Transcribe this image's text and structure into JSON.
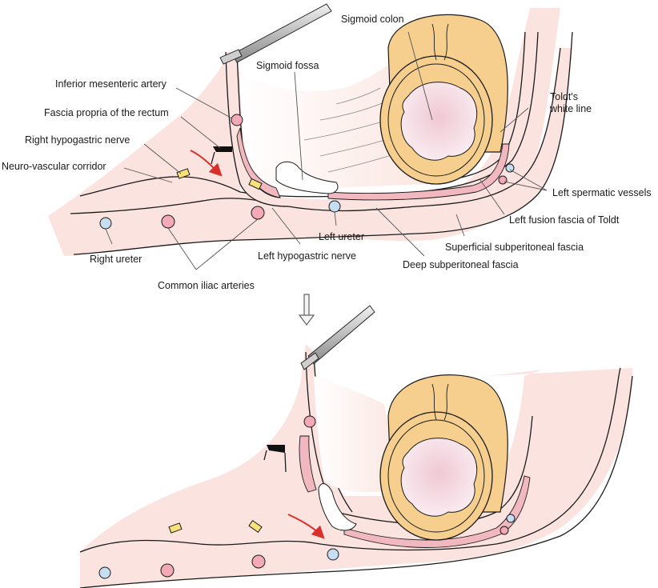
{
  "figure": {
    "top_panel_labels": {
      "sigmoid_colon": "Sigmoid colon",
      "sigmoid_fossa": "Sigmoid fossa",
      "inferior_mesenteric_artery": "Inferior mesenteric artery",
      "fascia_propria": "Fascia propria of the rectum",
      "right_hypogastric_nerve": "Right hypogastric nerve",
      "neuro_vascular_corridor": "Neuro-vascular corridor",
      "toldt_white_line_1": "Toldt's",
      "toldt_white_line_2": "white line",
      "left_spermatic_vessels": "Left spermatic vessels",
      "left_fusion_fascia": "Left fusion fascia of Toldt",
      "superficial_subperitoneal": "Superficial subperitoneal fascia",
      "deep_subperitoneal": "Deep subperitoneal fascia",
      "left_ureter": "Left ureter",
      "left_hypogastric_nerve": "Left hypogastric nerve",
      "right_ureter": "Right ureter",
      "common_iliac_arteries": "Common iliac arteries"
    },
    "colors": {
      "tissue_pink": "#fbe3df",
      "fascia_pink": "#f2b8bf",
      "colon_orange": "#f6cf8e",
      "mucosa": "#f5e0e6",
      "artery": "#f4aab6",
      "vein_blue": "#c7ddf2",
      "nerve_yellow": "#f7e27a",
      "arrow_red": "#d9302a",
      "instrument_gray": "#b9b9b9"
    }
  }
}
